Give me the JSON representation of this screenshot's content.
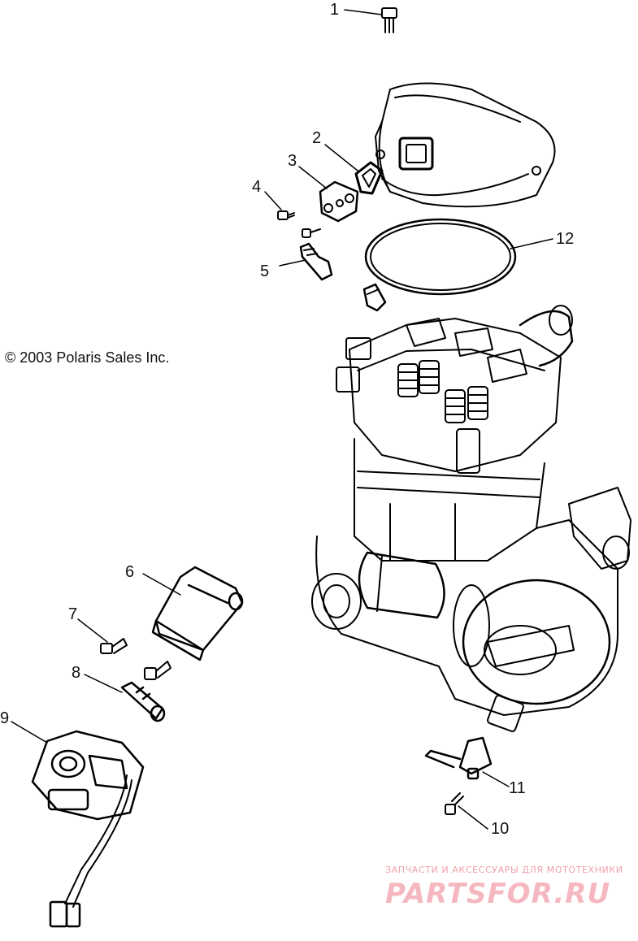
{
  "callouts": [
    "1",
    "2",
    "3",
    "4",
    "5",
    "6",
    "7",
    "8",
    "9",
    "10",
    "11",
    "12"
  ],
  "copyright": "© 2003 Polaris Sales Inc.",
  "watermark": {
    "tagline": "ЗАПЧАСТИ И АКСЕССУАРЫ ДЛЯ МОТОТЕХНИКИ",
    "logo": "PARTSFOR.RU"
  },
  "colors": {
    "line": "#000000",
    "background": "#ffffff",
    "watermark": "#f6b8c0"
  }
}
